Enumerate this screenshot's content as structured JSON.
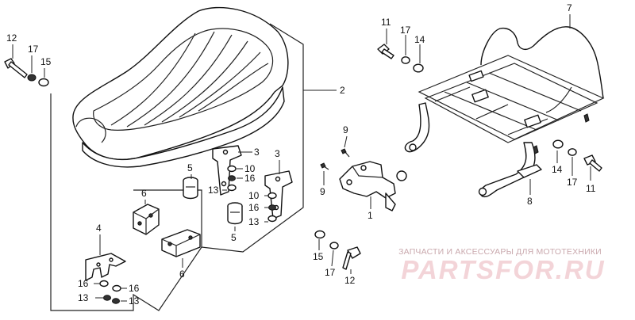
{
  "watermark": {
    "caption": "ЗАПЧАСТИ И АКСЕССУАРЫ ДЛЯ МОТОТЕХНИКИ",
    "logo": "PARTSFOR.RU"
  },
  "callouts": [
    {
      "id": "c12a",
      "num": "12"
    },
    {
      "id": "c17a",
      "num": "17"
    },
    {
      "id": "c15a",
      "num": "15"
    },
    {
      "id": "c2",
      "num": "2"
    },
    {
      "id": "c3a",
      "num": "3"
    },
    {
      "id": "c3b",
      "num": "3"
    },
    {
      "id": "c10a",
      "num": "10"
    },
    {
      "id": "c16a",
      "num": "16"
    },
    {
      "id": "c13a",
      "num": "13"
    },
    {
      "id": "c10b",
      "num": "10"
    },
    {
      "id": "c16b",
      "num": "16"
    },
    {
      "id": "c13b",
      "num": "13"
    },
    {
      "id": "c5a",
      "num": "5"
    },
    {
      "id": "c5b",
      "num": "5"
    },
    {
      "id": "c6a",
      "num": "6"
    },
    {
      "id": "c6b",
      "num": "6"
    },
    {
      "id": "c4",
      "num": "4"
    },
    {
      "id": "c16c",
      "num": "16"
    },
    {
      "id": "c16d",
      "num": "16"
    },
    {
      "id": "c13c",
      "num": "13"
    },
    {
      "id": "c13d",
      "num": "13"
    },
    {
      "id": "c9a",
      "num": "9"
    },
    {
      "id": "c9b",
      "num": "9"
    },
    {
      "id": "c1",
      "num": "1"
    },
    {
      "id": "c15b",
      "num": "15"
    },
    {
      "id": "c17b",
      "num": "17"
    },
    {
      "id": "c12b",
      "num": "12"
    },
    {
      "id": "c11a",
      "num": "11"
    },
    {
      "id": "c17c",
      "num": "17"
    },
    {
      "id": "c14a",
      "num": "14"
    },
    {
      "id": "c7",
      "num": "7"
    },
    {
      "id": "c14b",
      "num": "14"
    },
    {
      "id": "c17d",
      "num": "17"
    },
    {
      "id": "c11b",
      "num": "11"
    },
    {
      "id": "c8",
      "num": "8"
    }
  ]
}
